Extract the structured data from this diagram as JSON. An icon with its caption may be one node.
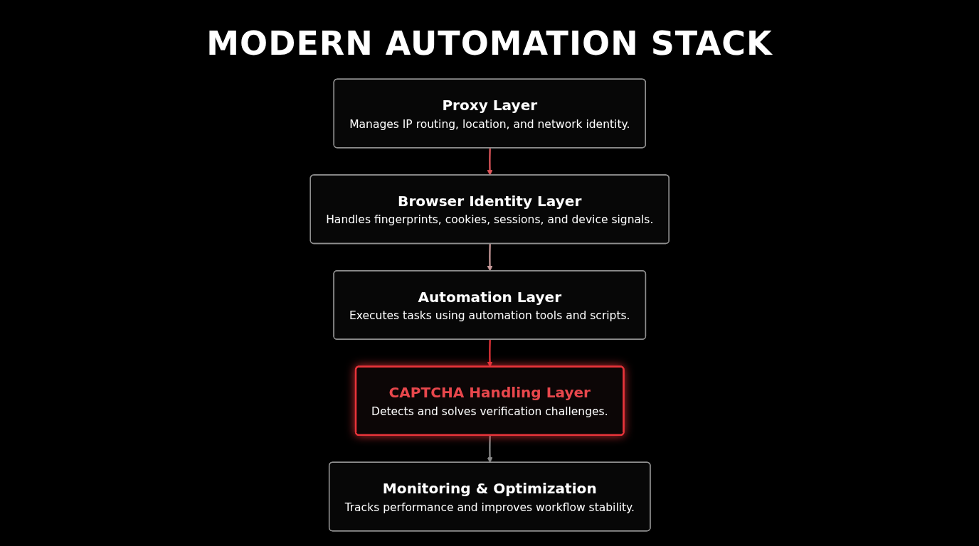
{
  "diagram": {
    "title": "MODERN AUTOMATION STACK",
    "nodes": [
      {
        "text": [
          "Proxy Layer",
          "Manages IP routing, location, and network identity."
        ]
      },
      {
        "text": [
          "Browser Identity Layer",
          "Handles fingerprints, cookies, sessions, and device signals."
        ]
      },
      {
        "text": [
          "Automation Layer",
          "Executes tasks using automation tools and scripts."
        ]
      },
      {
        "text": [
          "CAPTCHA Handling Layer",
          "Detects and solves verification challenges."
        ]
      },
      {
        "text": [
          "Monitoring & Optimization",
          "Tracks performance and improves workflow stability."
        ]
      }
    ],
    "edges": [
      {
        "from": 0,
        "to": 1,
        "arrow": "to",
        "color": "#e2575c"
      },
      {
        "from": 1,
        "to": 2,
        "arrow": "to",
        "color": "#c79a9a"
      },
      {
        "from": 2,
        "to": 3,
        "arrow": "to",
        "color": "#e8343a"
      },
      {
        "from": 3,
        "to": 4,
        "arrow": "to",
        "color": "#8a8a8a"
      }
    ]
  }
}
